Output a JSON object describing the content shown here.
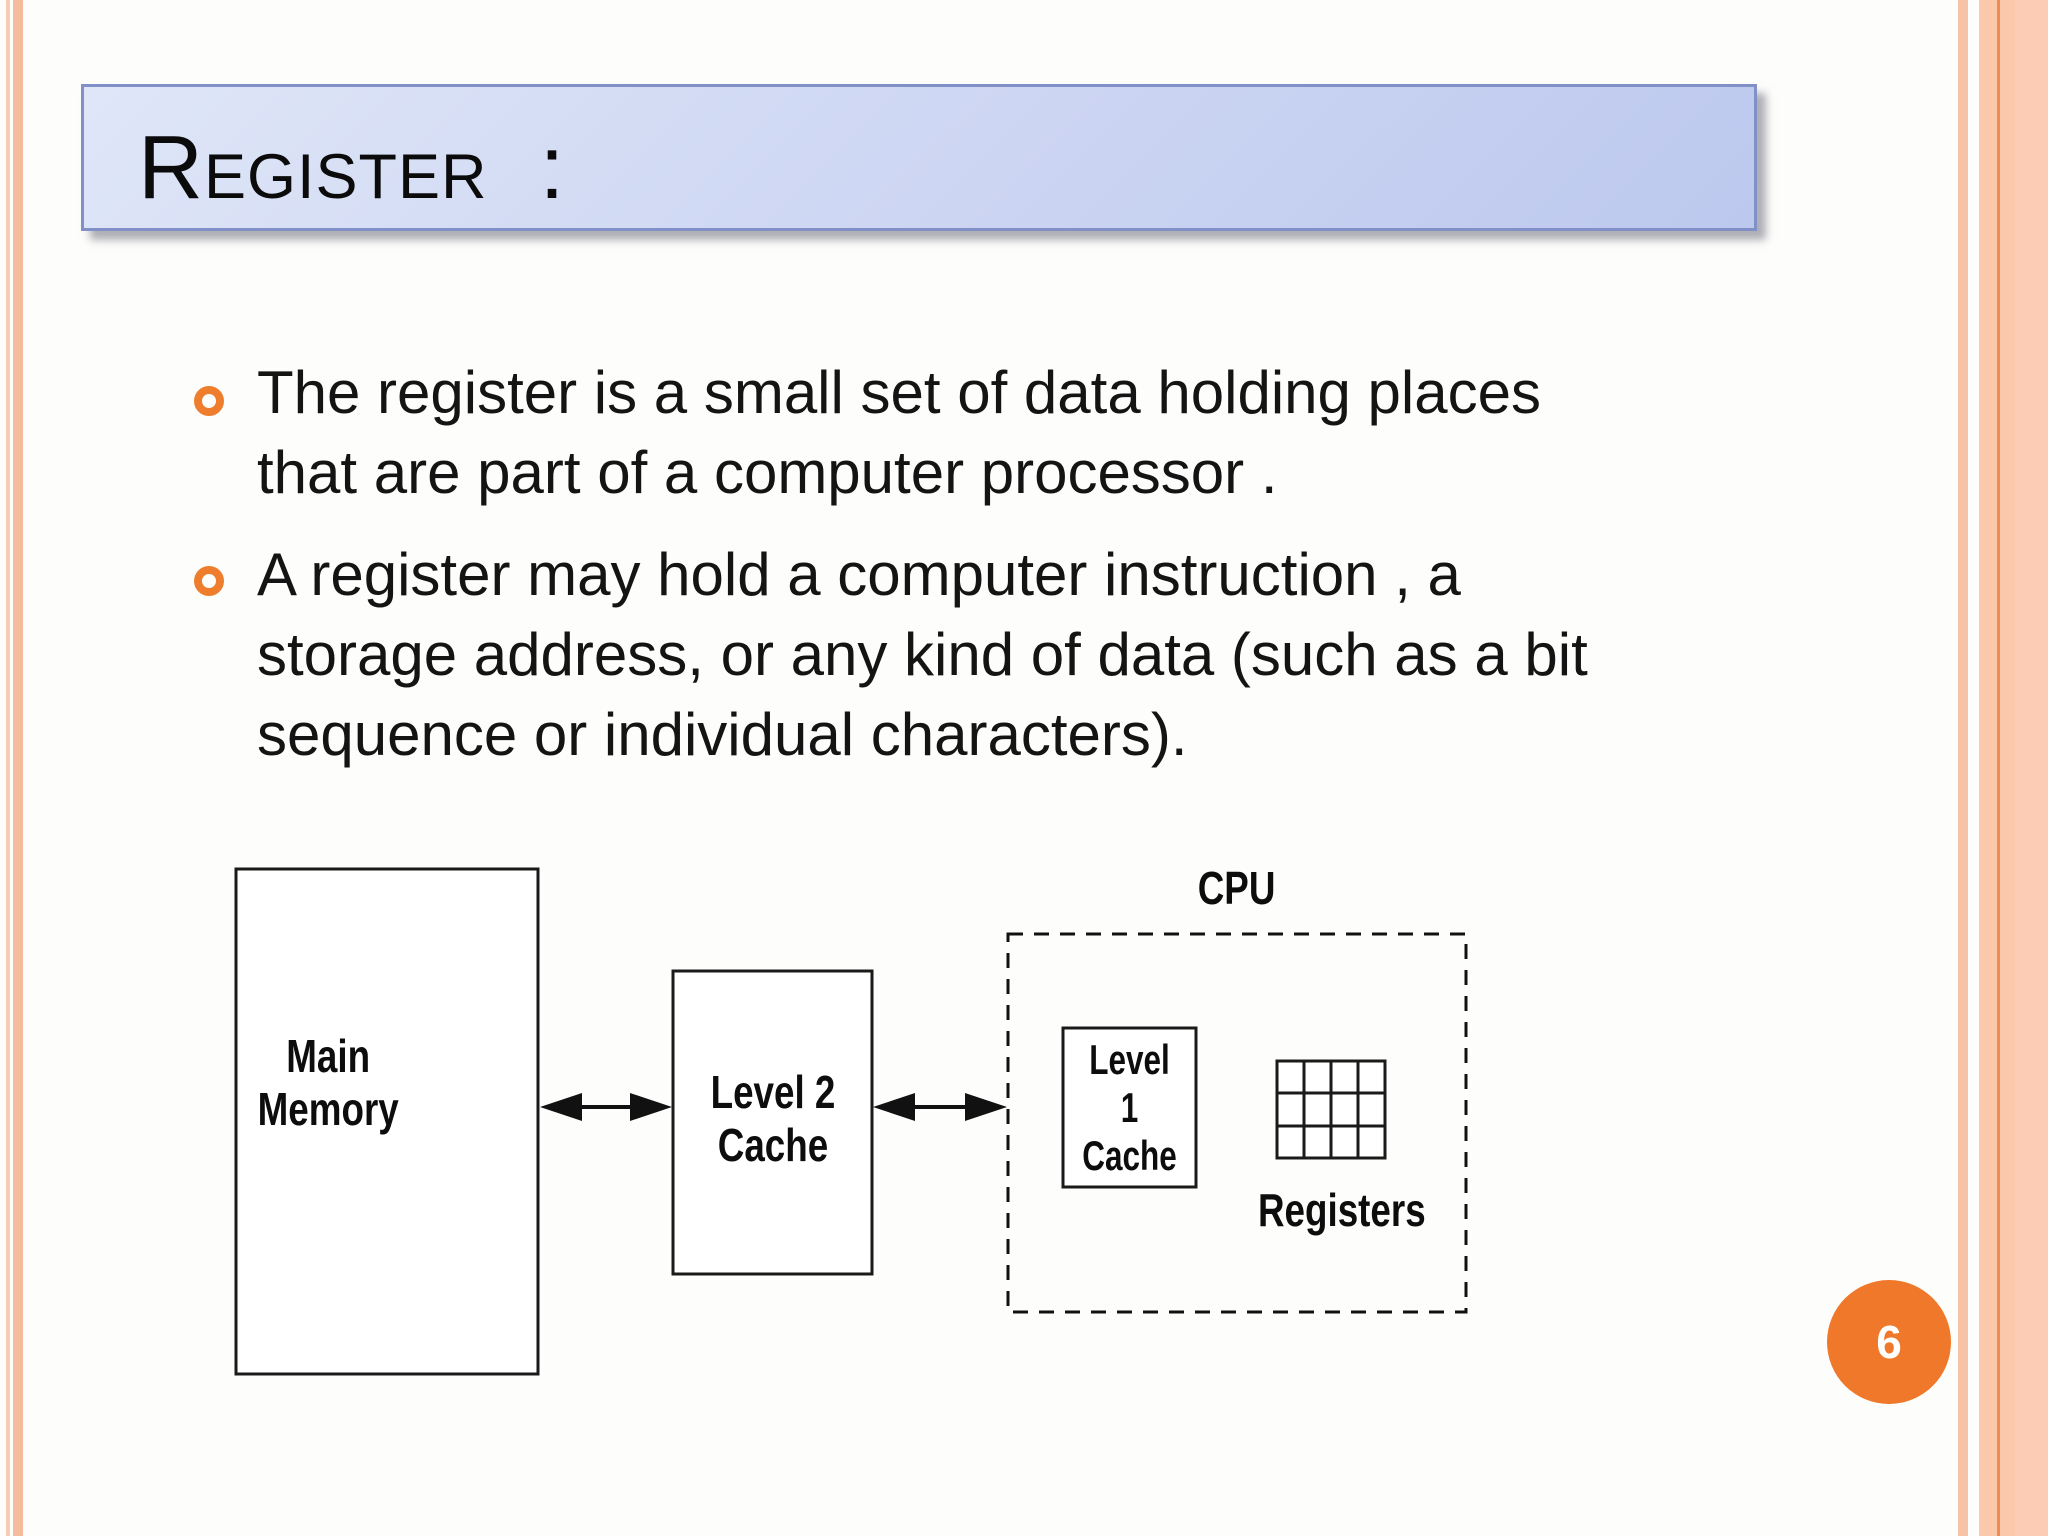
{
  "slide": {
    "title": "Register  :",
    "page_number": "6"
  },
  "bullets": [
    {
      "marker": "orange-ring",
      "lines": [
        "The register is a small set of data holding places",
        "that are part of a computer processor ."
      ]
    },
    {
      "marker": "orange-ring",
      "lines": [
        "A register may hold a computer instruction , a",
        "storage address, or any kind of data (such as a bit",
        "sequence or individual characters)."
      ]
    }
  ],
  "diagram": {
    "main_memory": {
      "lines": [
        "Main",
        "Memory"
      ]
    },
    "level2_cache": {
      "lines": [
        "Level 2",
        "Cache"
      ]
    },
    "cpu_label": "CPU",
    "level1_cache": {
      "lines": [
        "Level 1",
        "Cache"
      ]
    },
    "registers_label": "Registers",
    "registers_grid": {
      "columns": 4,
      "rows": 3
    },
    "connections": [
      "Main Memory <-> Level 2 Cache",
      "Level 2 Cache <-> CPU"
    ]
  },
  "colors": {
    "accent_orange": "#ee7d2e",
    "page_circle_orange": "#f0782a",
    "title_bar_border": "#8191c8",
    "title_gradient_top": "#dfe6f8",
    "title_gradient_bottom": "#bcc8ee",
    "side_border_peach": "#f8cdb5",
    "side_border_peach_dark": "#f5bb9d",
    "side_border_orange_line": "#ee8d4e",
    "diagram_stroke": "#1a1a1a"
  }
}
